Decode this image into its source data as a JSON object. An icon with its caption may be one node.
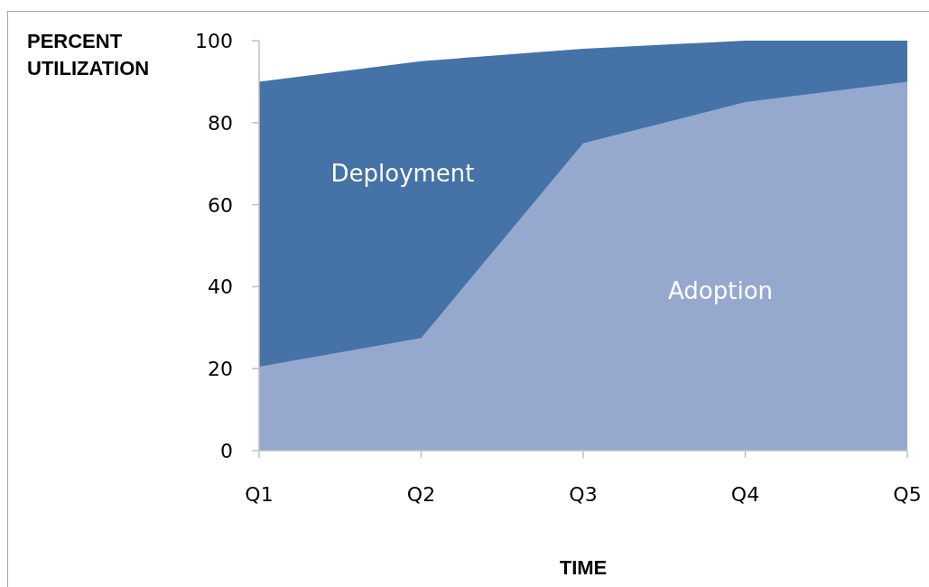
{
  "diagram": {
    "chart_data": {
      "type": "area",
      "xlabel": "TIME",
      "ylabel": "PERCENT UTILIZATION",
      "categories": [
        "Q1",
        "Q2",
        "Q3",
        "Q4",
        "Q5"
      ],
      "stacked": false,
      "series": [
        {
          "name": "Deployment",
          "color": "#4572a7",
          "values": [
            90,
            95,
            98,
            100,
            100
          ]
        },
        {
          "name": "Adoption",
          "color": "#95a9cf",
          "values": [
            20.5,
            27.5,
            75,
            85,
            90
          ]
        }
      ],
      "ylim": [
        0,
        100
      ],
      "yticks": [
        0,
        20,
        40,
        60,
        80,
        100
      ]
    }
  }
}
